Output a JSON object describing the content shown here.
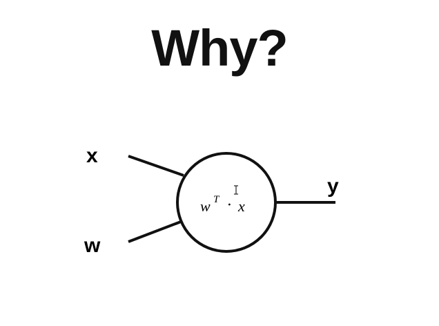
{
  "title": "Why?",
  "diagram": {
    "input_x_label": "x",
    "input_w_label": "w",
    "output_label": "y",
    "node_expression": {
      "w": "w",
      "superscript": "T",
      "dot": "·",
      "x": "x"
    },
    "cursor_icon": "text-cursor-icon"
  }
}
